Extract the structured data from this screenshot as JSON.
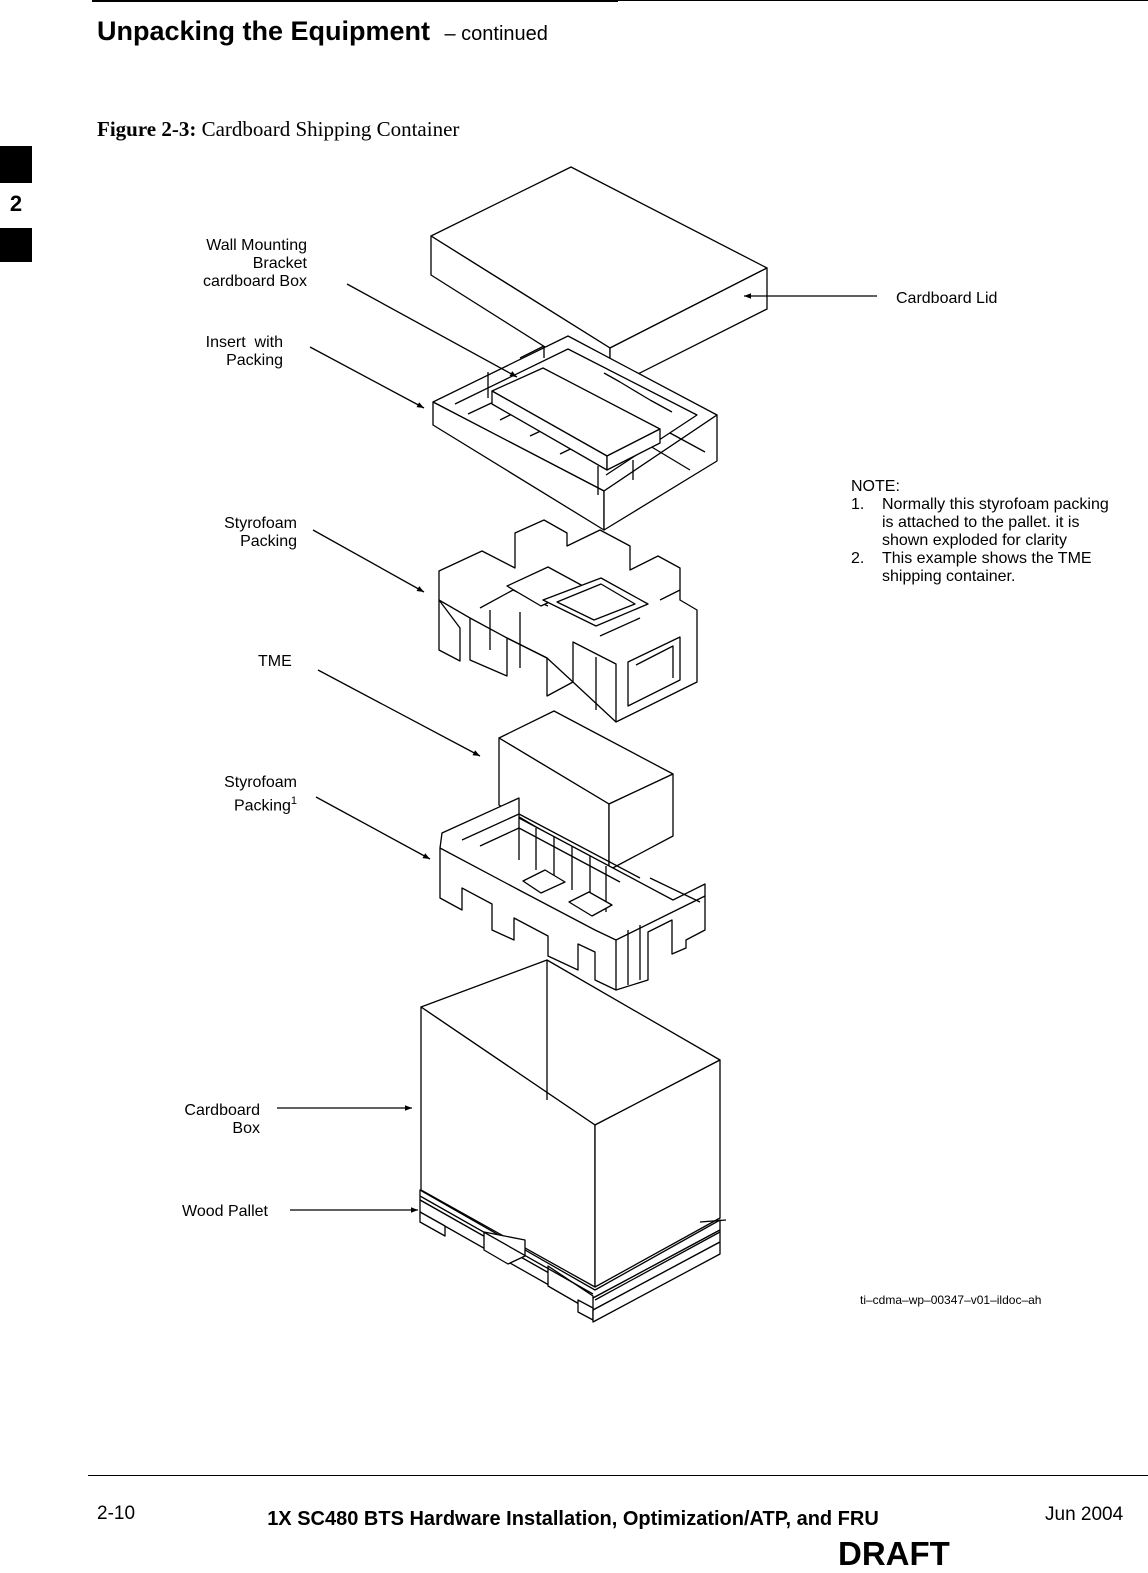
{
  "header": {
    "title": "Unpacking the Equipment",
    "continued": "– continued"
  },
  "figure": {
    "caption_label": "Figure 2-3:",
    "caption_text": "Cardboard Shipping Container",
    "labels": {
      "wall_bracket": [
        "Wall Mounting",
        "Bracket",
        "cardboard Box"
      ],
      "insert": [
        "Insert  with",
        "Packing"
      ],
      "styrofoam_top": [
        "Styrofoam",
        "Packing"
      ],
      "tme": "TME",
      "styrofoam_bottom": [
        "Styrofoam",
        "Packing"
      ],
      "styrofoam_bottom_sup": "1",
      "cardboard_box": [
        "Cardboard",
        "Box"
      ],
      "wood_pallet": "Wood Pallet",
      "cardboard_lid": "Cardboard Lid"
    },
    "note": {
      "heading": "NOTE:",
      "items": [
        {
          "num": "1.",
          "text": "Normally this styrofoam packing is attached to the pallet. it is shown exploded for clarity"
        },
        {
          "num": "2.",
          "text": "This example shows the TME shipping container."
        }
      ]
    },
    "figure_id": "ti–cdma–wp–00347–v01–ildoc–ah"
  },
  "side_tab": {
    "chapter": "2"
  },
  "footer": {
    "page": "2-10",
    "title": "1X SC480 BTS Hardware Installation, Optimization/ATP, and FRU",
    "date": "Jun 2004",
    "draft": "DRAFT"
  }
}
